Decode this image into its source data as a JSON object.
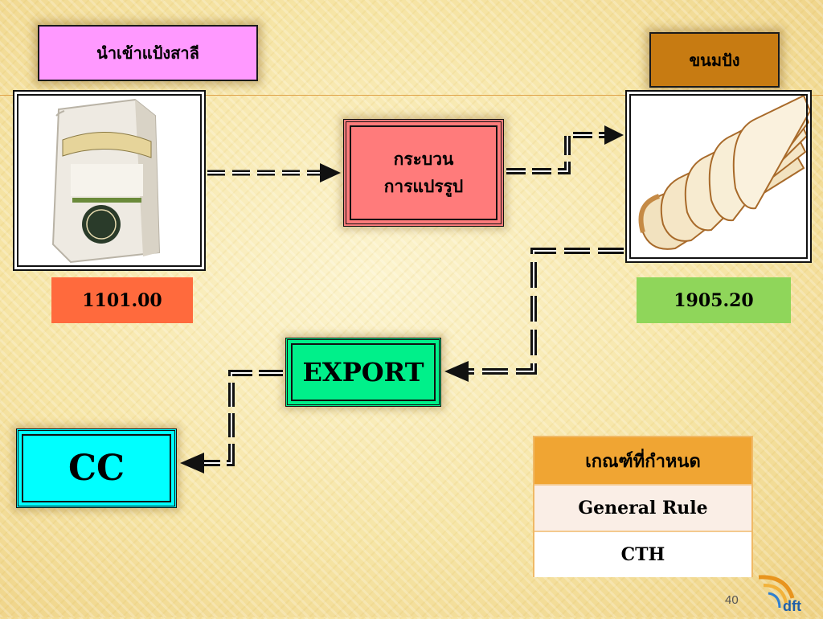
{
  "source_product": {
    "label": "นำเข้าแป้งสาลี",
    "code": "1101.00"
  },
  "target_product": {
    "label": "ขนมปัง",
    "code": "1905.20"
  },
  "process": {
    "line1": "กระบวน",
    "line2": "การแปรรูป"
  },
  "export_label": "EXPORT",
  "destination_label": "CC",
  "criteria_table": {
    "header": "เกณฑ์ที่กำหนด",
    "rows": [
      "General Rule",
      "CTH"
    ]
  },
  "page_number": "40",
  "logo_text": "dft",
  "colors": {
    "source_label": "#ff99ff",
    "target_label": "#c77b12",
    "process": "#ff7b7b",
    "source_code": "#ff6a3d",
    "target_code": "#8fd65a",
    "export": "#00f08a",
    "destination": "#00ffff",
    "table_header": "#f0a533"
  },
  "icons": {
    "flour_image": "flour-bag-icon",
    "bread_image": "bread-slices-icon",
    "logo": "dft-logo-icon"
  }
}
